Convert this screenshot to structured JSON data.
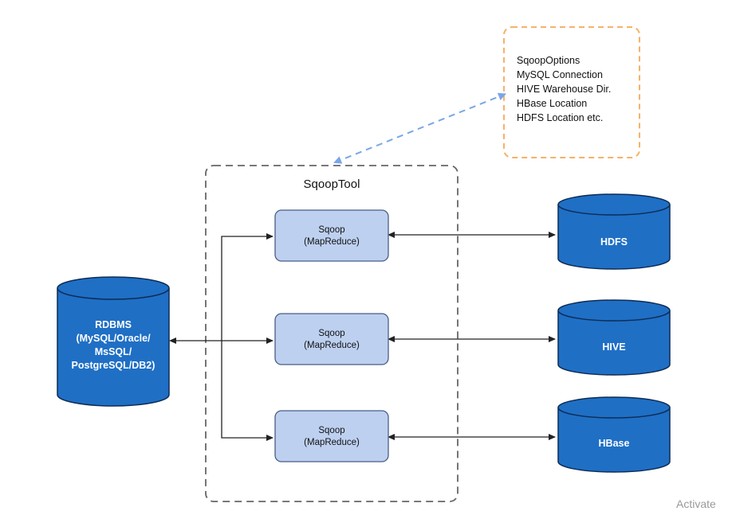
{
  "colors": {
    "cylinder_fill": "#1f6fc5",
    "cylinder_stroke": "#0d2c55",
    "box_fill": "#bdd0f0",
    "box_stroke": "#4a5e86",
    "group_border": "#666666",
    "note_border": "#f5b26b",
    "dashed_link": "#7aa6e8",
    "arrow": "#222222"
  },
  "rdbms": {
    "lines": [
      "RDBMS",
      "(MySQL/Oracle/",
      "MsSQL/",
      "PostgreSQL/DB2)"
    ],
    "icon": "database-cylinder-icon"
  },
  "sqoop_tool": {
    "title": "SqoopTool",
    "nodes": [
      {
        "line1": "Sqoop",
        "line2": "(MapReduce)"
      },
      {
        "line1": "Sqoop",
        "line2": "(MapReduce)"
      },
      {
        "line1": "Sqoop",
        "line2": "(MapReduce)"
      }
    ]
  },
  "targets": [
    {
      "label": "HDFS",
      "icon": "database-cylinder-icon"
    },
    {
      "label": "HIVE",
      "icon": "database-cylinder-icon"
    },
    {
      "label": "HBase",
      "icon": "database-cylinder-icon"
    }
  ],
  "options_note": {
    "lines": [
      "SqoopOptions",
      "MySQL Connection",
      "HIVE Warehouse Dir.",
      "HBase Location",
      "HDFS Location etc."
    ]
  },
  "watermark": {
    "text": "Activate"
  }
}
